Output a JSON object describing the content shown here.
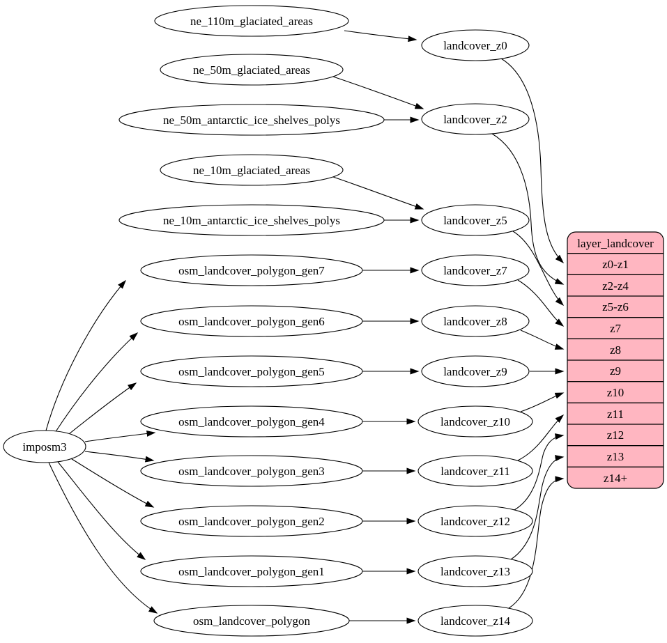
{
  "diagram": {
    "kind": "etl-dependency-graph",
    "colors": {
      "background": "#ffffff",
      "node_fill": "#ffffff",
      "node_stroke": "#000000",
      "edge_stroke": "#000000",
      "record_fill": "#ffb6c1"
    },
    "nodes": {
      "imposm3": "imposm3",
      "ne_110m_glaciated_areas": "ne_110m_glaciated_areas",
      "ne_50m_glaciated_areas": "ne_50m_glaciated_areas",
      "ne_50m_antarctic_ice_shelves_polys": "ne_50m_antarctic_ice_shelves_polys",
      "ne_10m_glaciated_areas": "ne_10m_glaciated_areas",
      "ne_10m_antarctic_ice_shelves_polys": "ne_10m_antarctic_ice_shelves_polys",
      "osm_landcover_polygon_gen7": "osm_landcover_polygon_gen7",
      "osm_landcover_polygon_gen6": "osm_landcover_polygon_gen6",
      "osm_landcover_polygon_gen5": "osm_landcover_polygon_gen5",
      "osm_landcover_polygon_gen4": "osm_landcover_polygon_gen4",
      "osm_landcover_polygon_gen3": "osm_landcover_polygon_gen3",
      "osm_landcover_polygon_gen2": "osm_landcover_polygon_gen2",
      "osm_landcover_polygon_gen1": "osm_landcover_polygon_gen1",
      "osm_landcover_polygon": "osm_landcover_polygon",
      "landcover_z0": "landcover_z0",
      "landcover_z2": "landcover_z2",
      "landcover_z5": "landcover_z5",
      "landcover_z7": "landcover_z7",
      "landcover_z8": "landcover_z8",
      "landcover_z9": "landcover_z9",
      "landcover_z10": "landcover_z10",
      "landcover_z11": "landcover_z11",
      "landcover_z12": "landcover_z12",
      "landcover_z13": "landcover_z13",
      "landcover_z14": "landcover_z14"
    },
    "record": {
      "title": "layer_landcover",
      "rows": [
        "z0-z1",
        "z2-z4",
        "z5-z6",
        "z7",
        "z8",
        "z9",
        "z10",
        "z11",
        "z12",
        "z13",
        "z14+"
      ]
    },
    "edges": [
      {
        "from": "imposm3",
        "to": "osm_landcover_polygon_gen7"
      },
      {
        "from": "imposm3",
        "to": "osm_landcover_polygon_gen6"
      },
      {
        "from": "imposm3",
        "to": "osm_landcover_polygon_gen5"
      },
      {
        "from": "imposm3",
        "to": "osm_landcover_polygon_gen4"
      },
      {
        "from": "imposm3",
        "to": "osm_landcover_polygon_gen3"
      },
      {
        "from": "imposm3",
        "to": "osm_landcover_polygon_gen2"
      },
      {
        "from": "imposm3",
        "to": "osm_landcover_polygon_gen1"
      },
      {
        "from": "imposm3",
        "to": "osm_landcover_polygon"
      },
      {
        "from": "ne_110m_glaciated_areas",
        "to": "landcover_z0"
      },
      {
        "from": "ne_50m_glaciated_areas",
        "to": "landcover_z2"
      },
      {
        "from": "ne_50m_antarctic_ice_shelves_polys",
        "to": "landcover_z2"
      },
      {
        "from": "ne_10m_glaciated_areas",
        "to": "landcover_z5"
      },
      {
        "from": "ne_10m_antarctic_ice_shelves_polys",
        "to": "landcover_z5"
      },
      {
        "from": "osm_landcover_polygon_gen7",
        "to": "landcover_z7"
      },
      {
        "from": "osm_landcover_polygon_gen6",
        "to": "landcover_z8"
      },
      {
        "from": "osm_landcover_polygon_gen5",
        "to": "landcover_z9"
      },
      {
        "from": "osm_landcover_polygon_gen4",
        "to": "landcover_z10"
      },
      {
        "from": "osm_landcover_polygon_gen3",
        "to": "landcover_z11"
      },
      {
        "from": "osm_landcover_polygon_gen2",
        "to": "landcover_z12"
      },
      {
        "from": "osm_landcover_polygon_gen1",
        "to": "landcover_z13"
      },
      {
        "from": "osm_landcover_polygon",
        "to": "landcover_z14"
      },
      {
        "from": "landcover_z0",
        "to": "layer_landcover.z0-z1"
      },
      {
        "from": "landcover_z2",
        "to": "layer_landcover.z2-z4"
      },
      {
        "from": "landcover_z5",
        "to": "layer_landcover.z5-z6"
      },
      {
        "from": "landcover_z7",
        "to": "layer_landcover.z7"
      },
      {
        "from": "landcover_z8",
        "to": "layer_landcover.z8"
      },
      {
        "from": "landcover_z9",
        "to": "layer_landcover.z9"
      },
      {
        "from": "landcover_z10",
        "to": "layer_landcover.z10"
      },
      {
        "from": "landcover_z11",
        "to": "layer_landcover.z11"
      },
      {
        "from": "landcover_z12",
        "to": "layer_landcover.z12"
      },
      {
        "from": "landcover_z13",
        "to": "layer_landcover.z13"
      },
      {
        "from": "landcover_z14",
        "to": "layer_landcover.z14+"
      }
    ]
  }
}
